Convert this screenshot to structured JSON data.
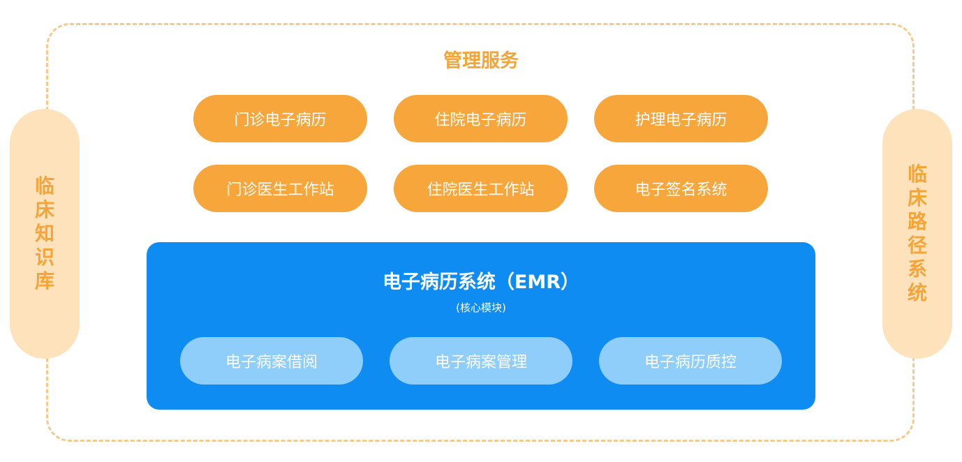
{
  "left_pill": {
    "label": "临床知识库"
  },
  "right_pill": {
    "label": "临床路径系统"
  },
  "management": {
    "title": "管理服务",
    "services": [
      "门诊电子病历",
      "住院电子病历",
      "护理电子病历",
      "门诊医生工作站",
      "住院医生工作站",
      "电子签名系统"
    ]
  },
  "emr": {
    "title": "电子病历系统（EMR）",
    "subtitle": "(核心模块)",
    "modules": [
      "电子病案借阅",
      "电子病案管理",
      "电子病历质控"
    ]
  },
  "colors": {
    "orange": "#f7a63c",
    "orange_text": "#f5a437",
    "pale_orange": "#fde2bc",
    "dashed_border": "#f7c98c",
    "blue": "#0e8cf2",
    "light_blue": "#8fcdfb"
  }
}
